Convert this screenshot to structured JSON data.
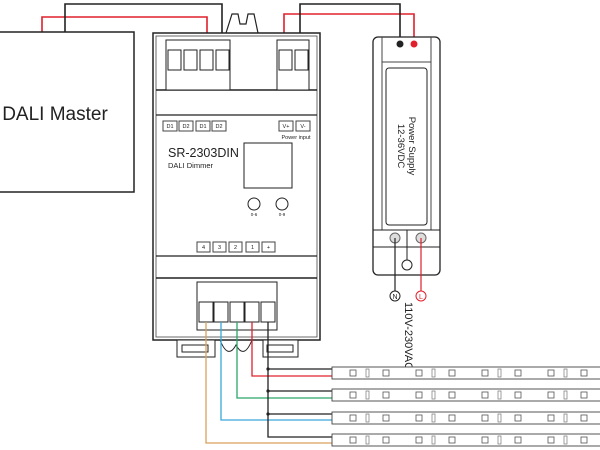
{
  "master": {
    "label": "DALI Master"
  },
  "dimmer": {
    "model": "SR-2303DIN",
    "subtitle": "DALI Dimmer",
    "dali_terminals": [
      "D1",
      "D2",
      "D1",
      "D2"
    ],
    "power_terminals": [
      "V+",
      "V-"
    ],
    "power_label": "Power input",
    "knobs": [
      "0-6",
      "0-9"
    ],
    "output_terminals": [
      "4",
      "3",
      "2",
      "1",
      "+"
    ]
  },
  "power_supply": {
    "line1": "Power Supply",
    "line2": "12-36VDC",
    "neutral": "N",
    "live": "L"
  },
  "mains": {
    "label": "110V-230VAC"
  },
  "colors": {
    "red": "#e0202c",
    "black": "#222222",
    "green": "#2aa86a",
    "blue": "#3aa8dc",
    "brown": "#d9a25a"
  }
}
